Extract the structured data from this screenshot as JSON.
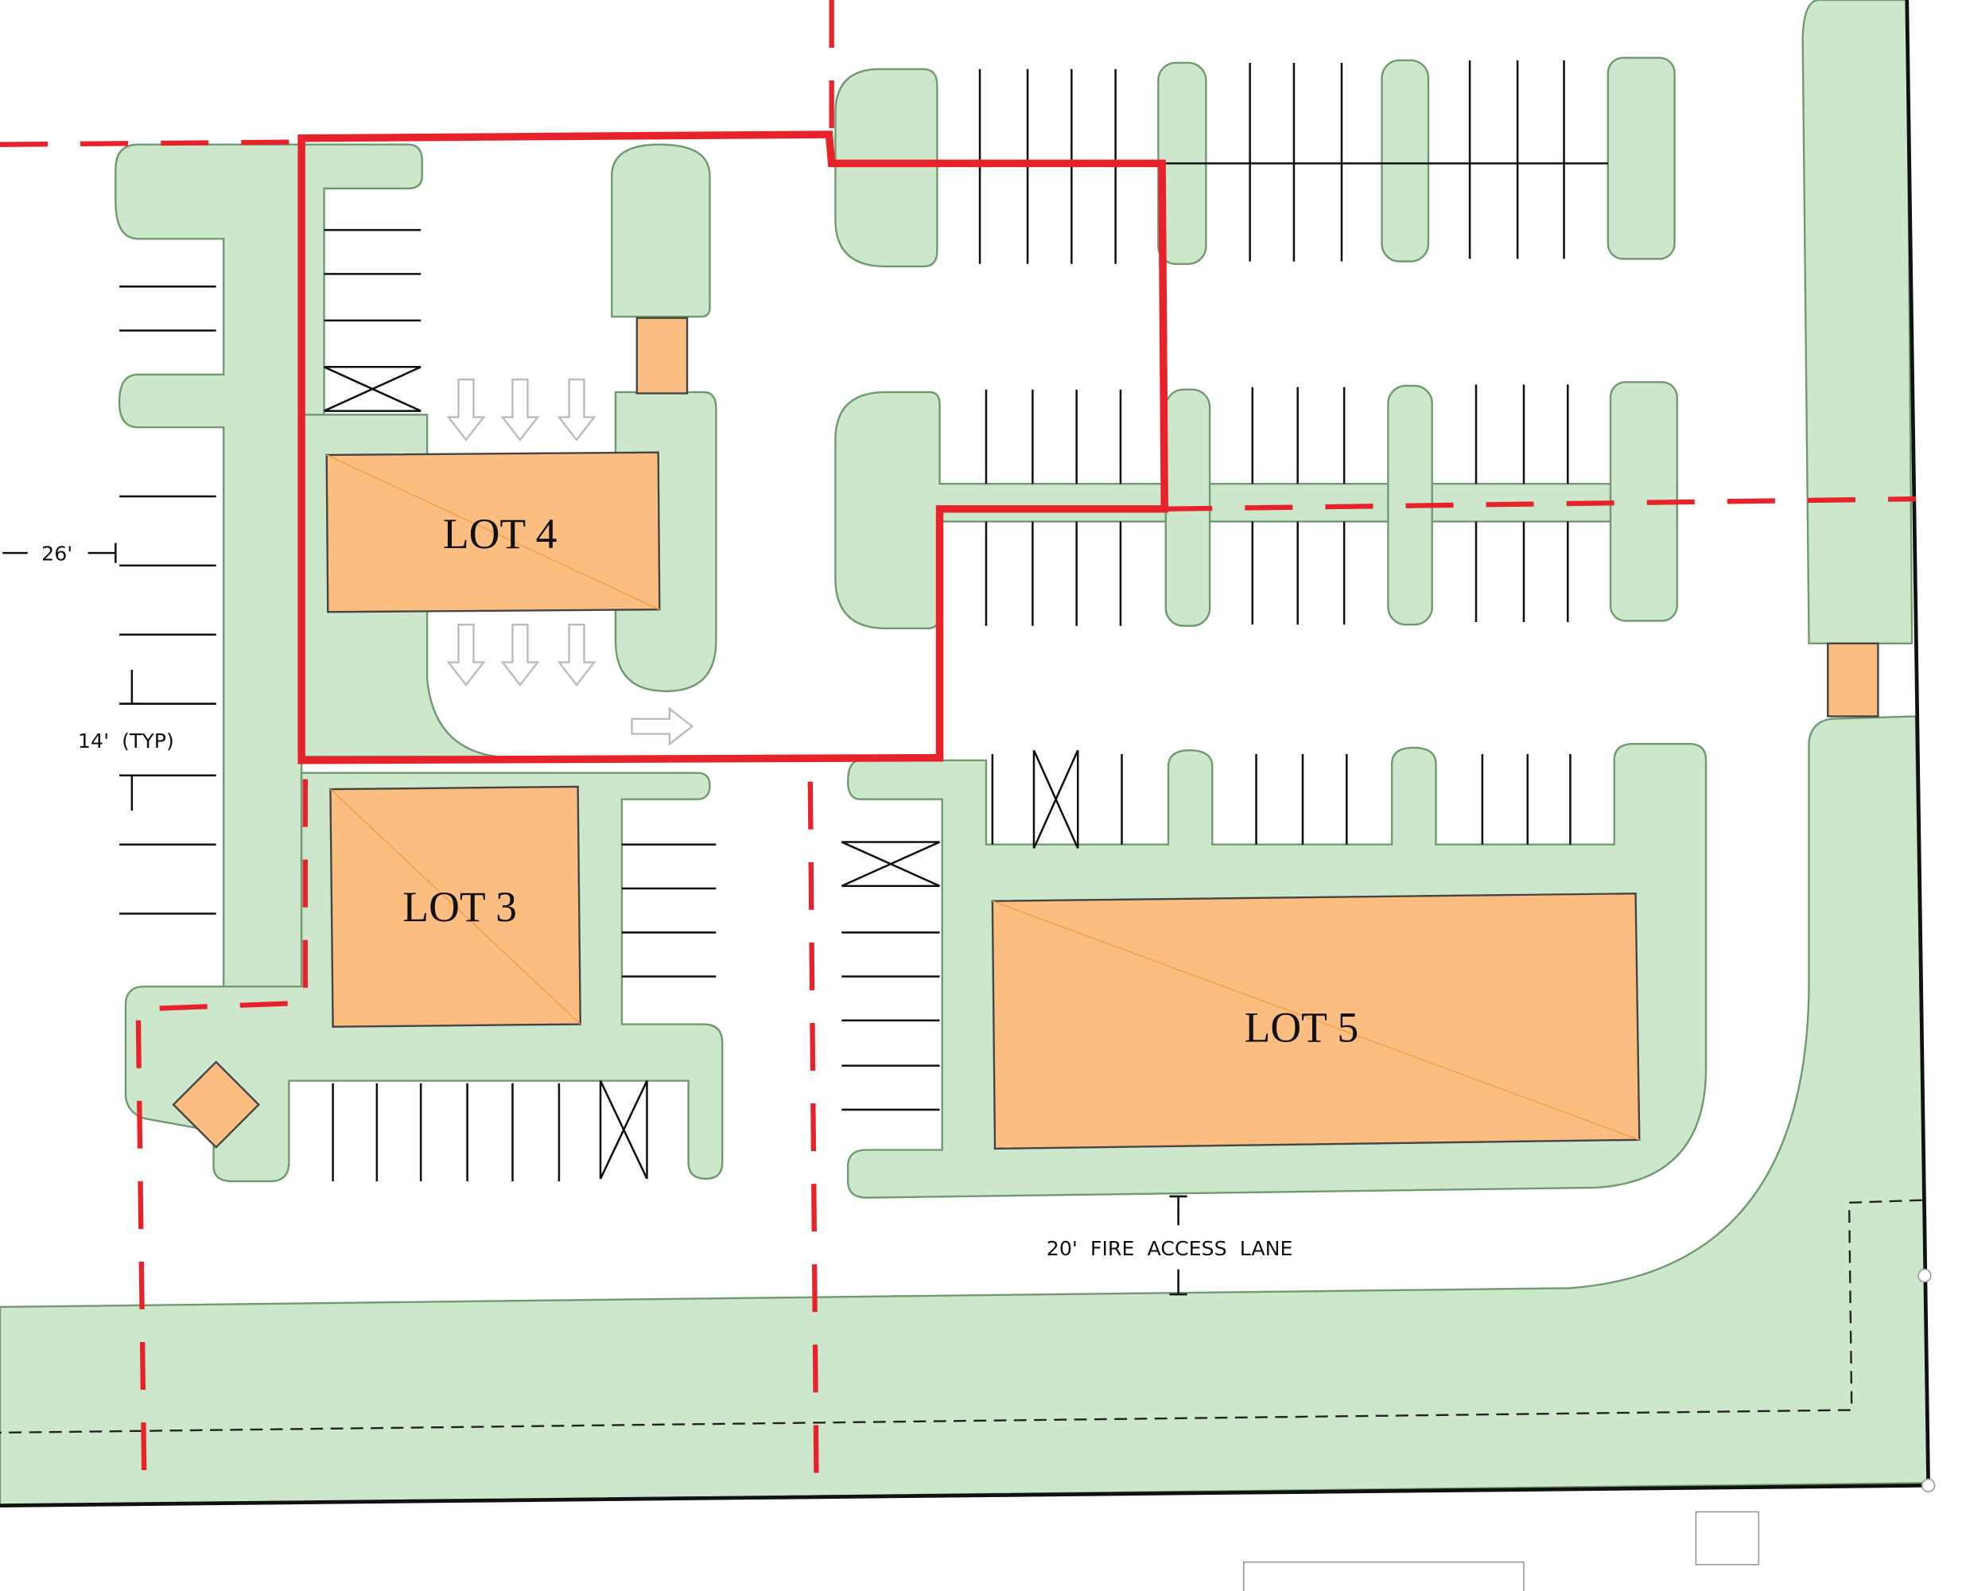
{
  "lots": [
    {
      "id": "lot4",
      "label": "LOT 4"
    },
    {
      "id": "lot3",
      "label": "LOT 3"
    },
    {
      "id": "lot5",
      "label": "LOT 5"
    }
  ],
  "dimensions": {
    "aisle_width": "26'",
    "stall_width": "14'  (TYP)",
    "fire_lane": "20'  FIRE  ACCESS  LANE"
  },
  "colors": {
    "landscape": "#cde7cc",
    "building_pad": "#fbbd80",
    "lot_boundary": "#e8222b",
    "property_line": "#111111"
  }
}
